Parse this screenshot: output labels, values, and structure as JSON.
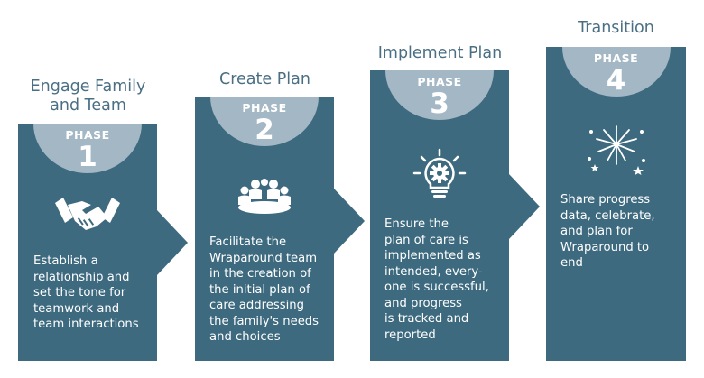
{
  "phases": [
    {
      "title": "Engage Family\nand Team",
      "label": "PHASE",
      "number": "1",
      "icon": "handshake-icon",
      "description": "Establish a\nrelationship and\nset the tone for\nteamwork and\nteam interactions"
    },
    {
      "title": "Create Plan",
      "label": "PHASE",
      "number": "2",
      "icon": "team-meeting-icon",
      "description": "Facilitate the\nWraparound team\nin the creation of\nthe initial plan of\ncare addressing\nthe family's needs\nand choices"
    },
    {
      "title": "Implement Plan",
      "label": "PHASE",
      "number": "3",
      "icon": "gear-lightbulb-icon",
      "description": "Ensure the\nplan of care is\nimplemented as\nintended, every-\none is successful,\nand progress\nis tracked and\nreported"
    },
    {
      "title": "Transition",
      "label": "PHASE",
      "number": "4",
      "icon": "fireworks-icon",
      "description": "Share progress\ndata, celebrate,\nand plan for\nWraparound to\nend"
    }
  ],
  "colors": {
    "panel": "#3d6a7f",
    "cap": "#a3b7c4",
    "title": "#4a6f84"
  }
}
